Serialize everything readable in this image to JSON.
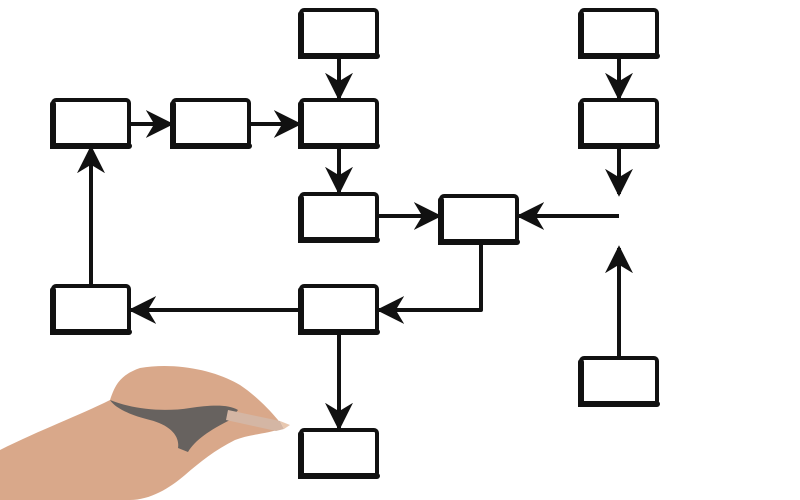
{
  "diagram": {
    "type": "flowchart",
    "nodes": [
      {
        "id": "n1"
      },
      {
        "id": "n2"
      },
      {
        "id": "n3"
      },
      {
        "id": "n4"
      },
      {
        "id": "n5"
      },
      {
        "id": "n6"
      },
      {
        "id": "n7"
      },
      {
        "id": "n8"
      },
      {
        "id": "n9"
      },
      {
        "id": "n10"
      },
      {
        "id": "n11"
      },
      {
        "id": "n12"
      },
      {
        "id": "n13"
      }
    ],
    "edges": [
      {
        "from": "n1",
        "to": "n4"
      },
      {
        "from": "n2",
        "to": "n3"
      },
      {
        "from": "n3",
        "to": "n4"
      },
      {
        "from": "n4",
        "to": "n6"
      },
      {
        "from": "n6",
        "to": "n7"
      },
      {
        "from": "n5",
        "to": "n7"
      },
      {
        "from": "n8",
        "to": "n7"
      },
      {
        "from": "n7",
        "to": "n9"
      },
      {
        "from": "n9",
        "to": "n10"
      },
      {
        "from": "n10",
        "to": "n2"
      },
      {
        "from": "n9",
        "to": "n13"
      },
      {
        "from": "n11",
        "to": "n12"
      },
      {
        "from": "n12",
        "to": "n8"
      }
    ]
  },
  "illustration": {
    "hand_icon": "hand-with-marker-icon",
    "skin_color": "#d9a88a",
    "marker_color": "#555555"
  },
  "colors": {
    "stroke": "#111111",
    "box_fill": "#ffffff"
  }
}
